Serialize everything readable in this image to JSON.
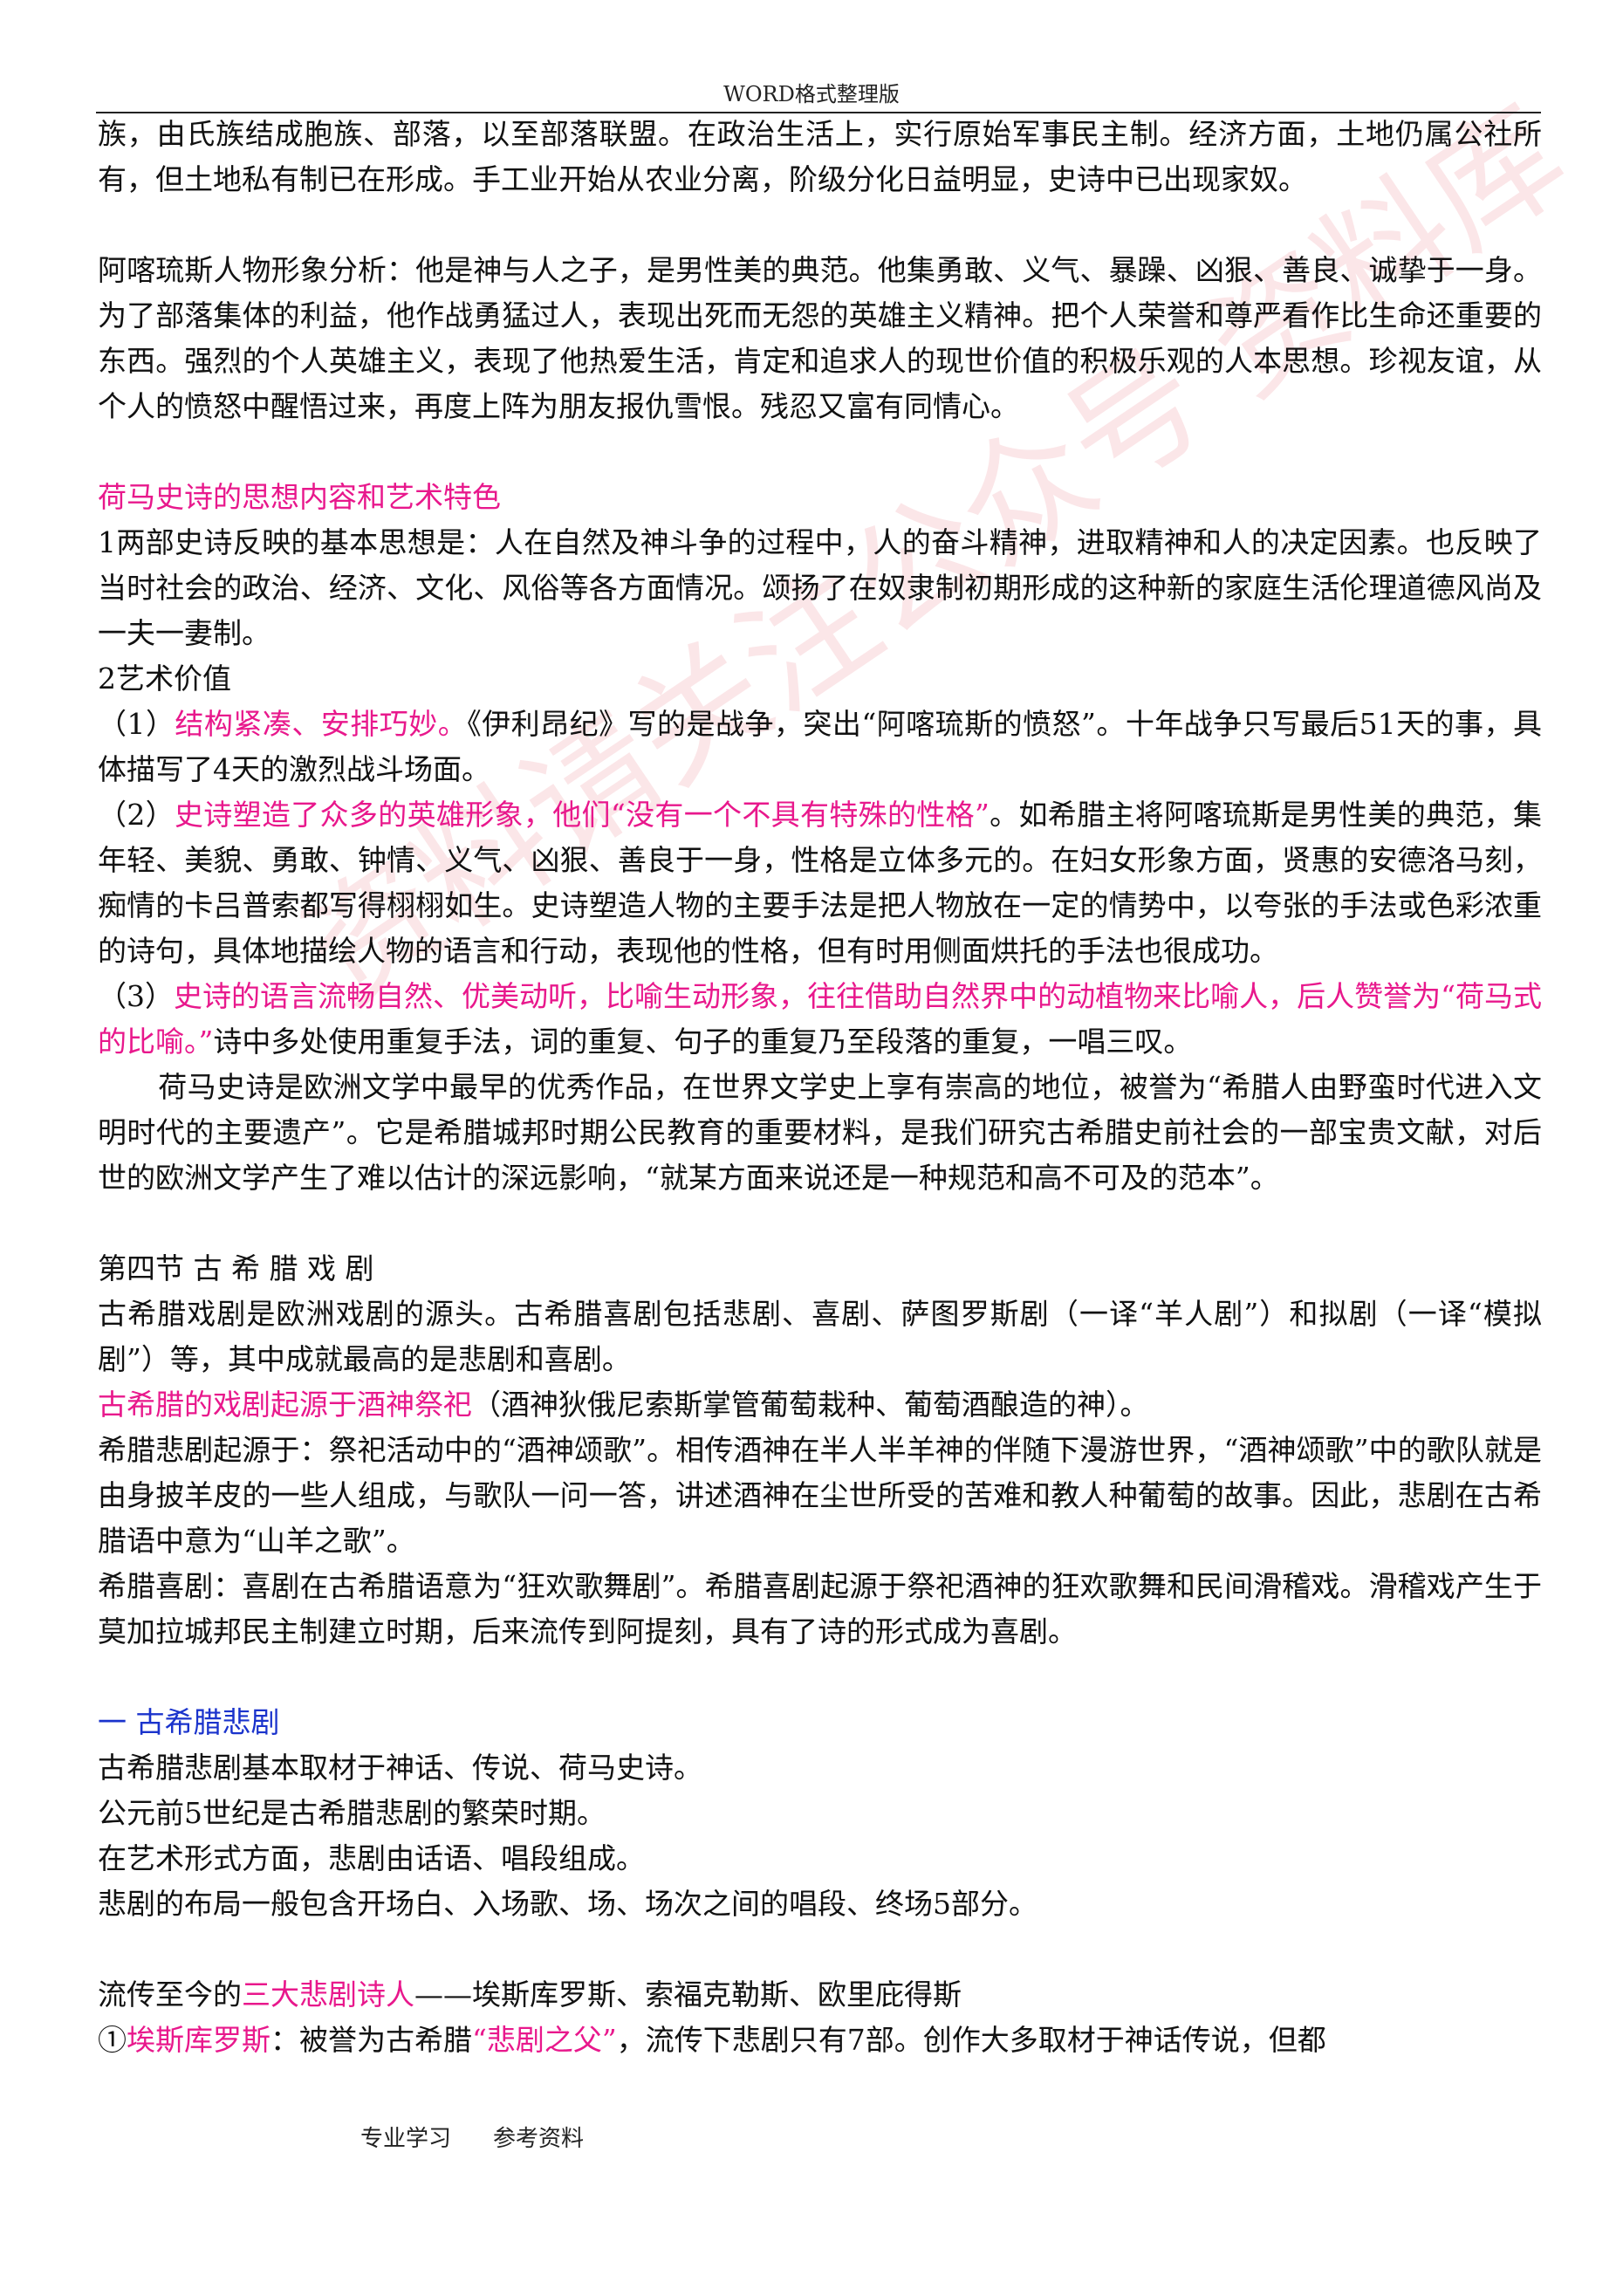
{
  "header": {
    "title": "WORD格式整理版"
  },
  "paragraphs": {
    "p1": "族，由氏族结成胞族、部落，以至部落联盟。在政治生活上，实行原始军事民主制。经济方面，土地仍属公社所有，但土地私有制已在形成。手工业开始从农业分离，阶级分化日益明显，史诗中已出现家奴。",
    "p2": "阿喀琉斯人物形象分析：他是神与人之子，是男性美的典范。他集勇敢、义气、暴躁、凶狠、善良、诚挚于一身。为了部落集体的利益，他作战勇猛过人，表现出死而无怨的英雄主义精神。把个人荣誉和尊严看作比生命还重要的东西。强烈的个人英雄主义，表现了他热爱生活，肯定和追求人的现世价值的积极乐观的人本思想。珍视友谊，从个人的愤怒中醒悟过来，再度上阵为朋友报仇雪恨。残忍又富有同情心。",
    "h1": "荷马史诗的思想内容和艺术特色",
    "p3": "1两部史诗反映的基本思想是：人在自然及神斗争的过程中，人的奋斗精神，进取精神和人的决定因素。也反映了当时社会的政治、经济、文化、风俗等各方面情况。颂扬了在奴隶制初期形成的这种新的家庭生活伦理道德风尚及一夫一妻制。",
    "p4": "2艺术价值",
    "p5_prefix": "（1）",
    "p5_pink": "结构紧凑、安排巧妙。",
    "p5_rest": "《伊利昂纪》写的是战争，突出“阿喀琉斯的愤怒”。十年战争只写最后51天的事，具体描写了4天的激烈战斗场面。",
    "p6_prefix": "（2）",
    "p6_pink": "史诗塑造了众多的英雄形象，他们“没有一个不具有特殊的性格”",
    "p6_rest": "。如希腊主将阿喀琉斯是男性美的典范，集年轻、美貌、勇敢、钟情、义气、凶狠、善良于一身，性格是立体多元的。在妇女形象方面，贤惠的安德洛马刻，痴情的卡吕普索都写得栩栩如生。史诗塑造人物的主要手法是把人物放在一定的情势中，以夸张的手法或色彩浓重的诗句，具体地描绘人物的语言和行动，表现他的性格，但有时用侧面烘托的手法也很成功。",
    "p7_prefix": "（3）",
    "p7_pink": "史诗的语言流畅自然、优美动听，比喻生动形象，往往借助自然界中的动植物来比喻人，后人赞誉为“荷马式的比喻。”",
    "p7_rest": "诗中多处使用重复手法，词的重复、句子的重复乃至段落的重复，一唱三叹。",
    "p8": "荷马史诗是欧洲文学中最早的优秀作品，在世界文学史上享有崇高的地位，被誉为“希腊人由野蛮时代进入文明时代的主要遗产”。它是希腊城邦时期公民教育的重要材料，是我们研究古希腊史前社会的一部宝贵文献，对后世的欧洲文学产生了难以估计的深远影响，“就某方面来说还是一种规范和高不可及的范本”。",
    "h2": "第四节 古 希 腊 戏 剧",
    "p9": "古希腊戏剧是欧洲戏剧的源头。古希腊喜剧包括悲剧、喜剧、萨图罗斯剧（一译“羊人剧”）和拟剧（一译“模拟剧”）等，其中成就最高的是悲剧和喜剧。",
    "p10_pink": "古希腊的戏剧起源于酒神祭祀",
    "p10_rest": "（酒神狄俄尼索斯掌管葡萄栽种、葡萄酒酿造的神）。",
    "p11": "希腊悲剧起源于：祭祀活动中的“酒神颂歌”。相传酒神在半人半羊神的伴随下漫游世界，“酒神颂歌”中的歌队就是由身披羊皮的一些人组成，与歌队一问一答，讲述酒神在尘世所受的苦难和教人种葡萄的故事。因此，悲剧在古希腊语中意为“山羊之歌”。",
    "p12": "希腊喜剧：喜剧在古希腊语意为“狂欢歌舞剧”。希腊喜剧起源于祭祀酒神的狂欢歌舞和民间滑稽戏。滑稽戏产生于莫加拉城邦民主制建立时期，后来流传到阿提刻，具有了诗的形式成为喜剧。",
    "h3": "一 古希腊悲剧",
    "p13": "古希腊悲剧基本取材于神话、传说、荷马史诗。",
    "p14": "公元前5世纪是古希腊悲剧的繁荣时期。",
    "p15": "在艺术形式方面，悲剧由话语、唱段组成。",
    "p16": "悲剧的布局一般包含开场白、入场歌、场、场次之间的唱段、终场5部分。",
    "p17_a": "流传至今的",
    "p17_pink": "三大悲剧诗人",
    "p17_b": "——埃斯库罗斯、索福克勒斯、欧里庇得斯",
    "p18_num": "①",
    "p18_pink1": "埃斯库罗斯",
    "p18_a": "：被誉为古希腊",
    "p18_pink2": "“悲剧之父”",
    "p18_b": "，流传下悲剧只有7部。创作大多取材于神话传说，但都"
  },
  "footer": {
    "left": "专业学习",
    "right": "参考资料"
  },
  "watermark": "资料请关注公众号 资料库"
}
